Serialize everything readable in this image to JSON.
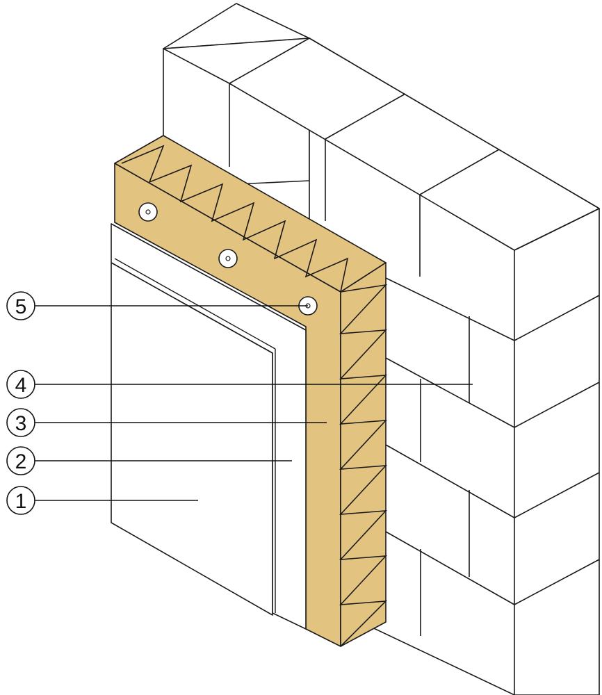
{
  "colors": {
    "insulation": "#e3c380",
    "masonry": "#ffffff",
    "outline": "#1a1a1a",
    "leader": "#111111"
  },
  "callouts": [
    {
      "id": "5",
      "label": "5"
    },
    {
      "id": "4",
      "label": "4"
    },
    {
      "id": "3",
      "label": "3"
    },
    {
      "id": "2",
      "label": "2"
    },
    {
      "id": "1",
      "label": "1"
    }
  ]
}
